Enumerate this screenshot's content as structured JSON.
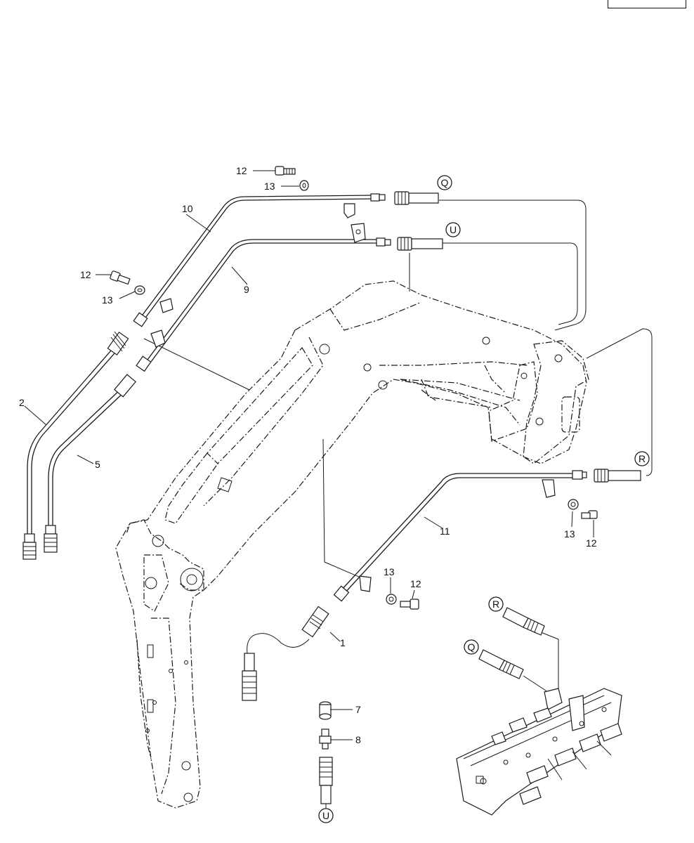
{
  "diagram": {
    "callouts": {
      "c1": "1",
      "c2": "2",
      "c5": "5",
      "c7": "7",
      "c8": "8",
      "c9": "9",
      "c10": "10",
      "c11": "11",
      "c12a": "12",
      "c12b": "12",
      "c12c": "12",
      "c12d": "12",
      "c13a": "13",
      "c13b": "13",
      "c13c": "13",
      "c13d": "13"
    },
    "connectors": {
      "q1": "Q",
      "q2": "Q",
      "u1": "U",
      "u2": "U",
      "r1": "R",
      "r2": "R"
    }
  }
}
